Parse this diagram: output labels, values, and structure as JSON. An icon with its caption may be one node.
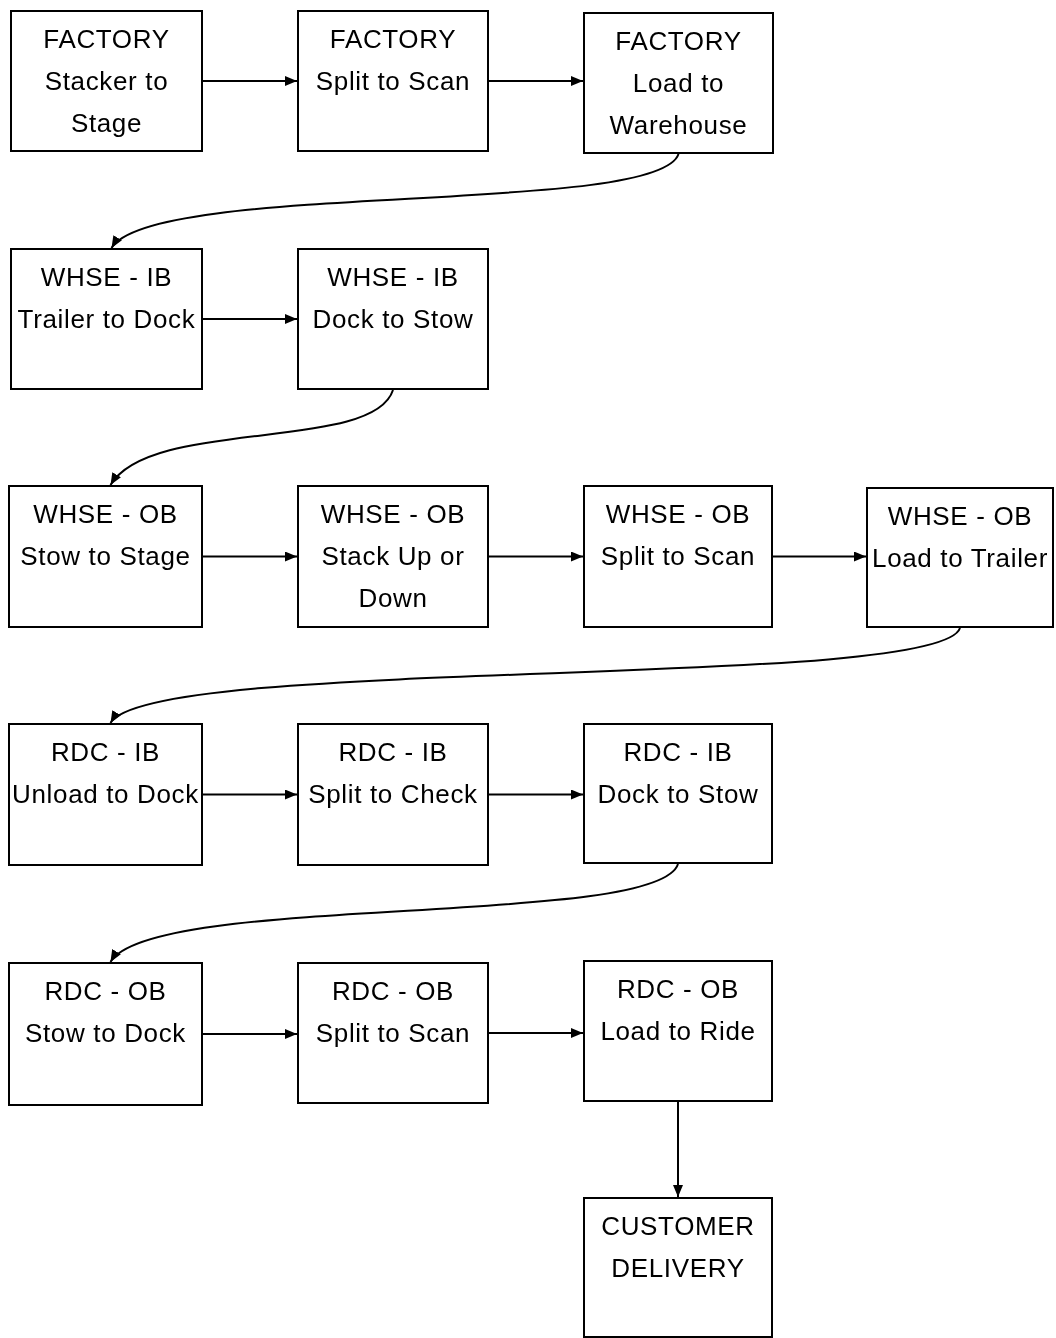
{
  "diagram": {
    "nodes": [
      {
        "text": [
          "FACTORY",
          "Stacker to Stage"
        ]
      },
      {
        "text": [
          "FACTORY",
          "Split to Scan"
        ]
      },
      {
        "text": [
          "FACTORY",
          "Load to Warehouse"
        ]
      },
      {
        "text": [
          "WHSE - IB",
          "Trailer to Dock"
        ]
      },
      {
        "text": [
          "WHSE - IB",
          "Dock to Stow"
        ]
      },
      {
        "text": [
          "WHSE - OB",
          "Stow to Stage"
        ]
      },
      {
        "text": [
          "WHSE - OB",
          "Stack Up or Down"
        ]
      },
      {
        "text": [
          "WHSE - OB",
          "Split to Scan"
        ]
      },
      {
        "text": [
          "WHSE - OB",
          "Load to Trailer"
        ]
      },
      {
        "text": [
          "RDC - IB",
          "Unload to Dock"
        ]
      },
      {
        "text": [
          "RDC - IB",
          "Split to Check"
        ]
      },
      {
        "text": [
          "RDC - IB",
          "Dock to Stow"
        ]
      },
      {
        "text": [
          "RDC - OB",
          "Stow to Dock"
        ]
      },
      {
        "text": [
          "RDC - OB",
          "Split to Scan"
        ]
      },
      {
        "text": [
          "RDC - OB",
          "Load to Ride"
        ]
      },
      {
        "text": [
          "CUSTOMER DELIVERY"
        ]
      }
    ],
    "edges": [
      {
        "from": 0,
        "to": 1,
        "arrow": "to"
      },
      {
        "from": 1,
        "to": 2,
        "arrow": "to"
      },
      {
        "from": 2,
        "to": 3,
        "arrow": "to"
      },
      {
        "from": 3,
        "to": 4,
        "arrow": "to"
      },
      {
        "from": 4,
        "to": 5,
        "arrow": "to"
      },
      {
        "from": 5,
        "to": 6,
        "arrow": "to"
      },
      {
        "from": 6,
        "to": 7,
        "arrow": "to"
      },
      {
        "from": 7,
        "to": 8,
        "arrow": "to"
      },
      {
        "from": 8,
        "to": 9,
        "arrow": "to"
      },
      {
        "from": 9,
        "to": 10,
        "arrow": "to"
      },
      {
        "from": 10,
        "to": 11,
        "arrow": "to"
      },
      {
        "from": 11,
        "to": 12,
        "arrow": "to"
      },
      {
        "from": 12,
        "to": 13,
        "arrow": "to"
      },
      {
        "from": 13,
        "to": 14,
        "arrow": "to"
      },
      {
        "from": 14,
        "to": 15,
        "arrow": "to"
      }
    ]
  }
}
